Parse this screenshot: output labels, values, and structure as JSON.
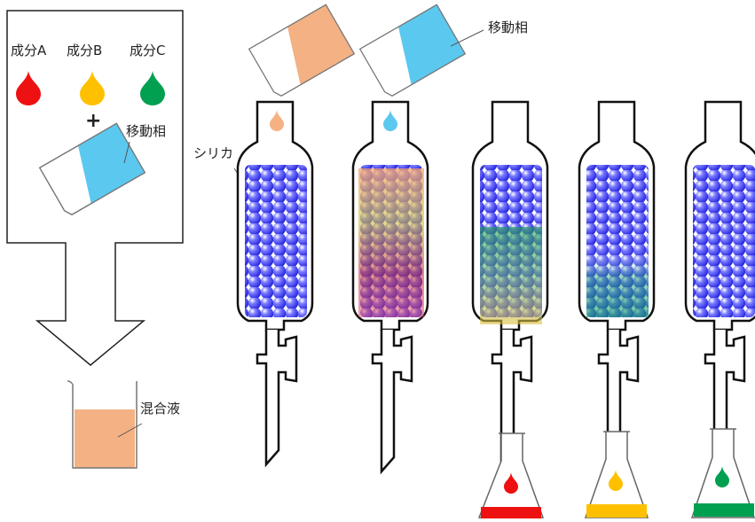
{
  "components": [
    {
      "label": "成分A",
      "color": "#ee1111"
    },
    {
      "label": "成分B",
      "color": "#ffc000"
    },
    {
      "label": "成分C",
      "color": "#00a050"
    }
  ],
  "plus": "+",
  "mobile_phase": "移動相",
  "mobile_phase_top": "移動相",
  "silica": "シリカ",
  "mixture": "混合液",
  "colors": {
    "mixture": "#f4b183",
    "mobile_phase": "#5bc8ef",
    "silica": "#3333ee"
  }
}
